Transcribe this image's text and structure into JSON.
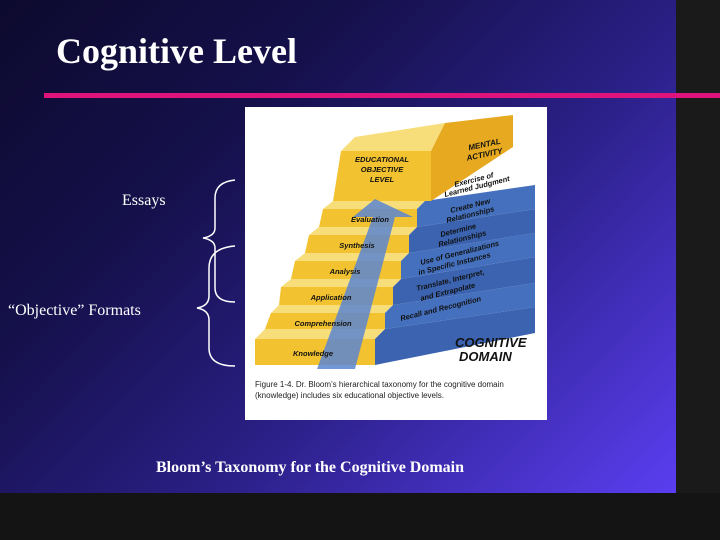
{
  "slide": {
    "title": "Cognitive Level",
    "essays_label": "Essays",
    "objective_label": "“Objective” Formats",
    "caption": "Bloom’s Taxonomy for the Cognitive Domain"
  },
  "figure": {
    "top_block": {
      "educational": "EDUCATIONAL",
      "objective": "OBJECTIVE",
      "level": "LEVEL",
      "mental": "MENTAL",
      "activity": "ACTIVITY"
    },
    "levels": [
      {
        "name": "Evaluation",
        "activity": [
          "Exercise of",
          "Learned Judgment"
        ]
      },
      {
        "name": "Synthesis",
        "activity": [
          "Create New",
          "Relationships"
        ]
      },
      {
        "name": "Analysis",
        "activity": [
          "Determine",
          "Relationships"
        ]
      },
      {
        "name": "Application",
        "activity": [
          "Use of Generalizations",
          "in Specific Instances"
        ]
      },
      {
        "name": "Comprehension",
        "activity": [
          "Translate, Interpret,",
          "and Extrapolate"
        ]
      },
      {
        "name": "Knowledge",
        "activity": [
          "Recall and Recognition"
        ]
      }
    ],
    "domain_line1": "COGNITIVE",
    "domain_line2": "DOMAIN",
    "fig_caption": "Figure 1-4. Dr. Bloom’s hierarchical taxonomy for the cognitive domain (knowledge) includes six educational objective levels.",
    "colors": {
      "step": "#f2d24a",
      "step_dark": "#3b63b0",
      "arrow": "#5a86d0",
      "background": "#ffffff"
    }
  }
}
